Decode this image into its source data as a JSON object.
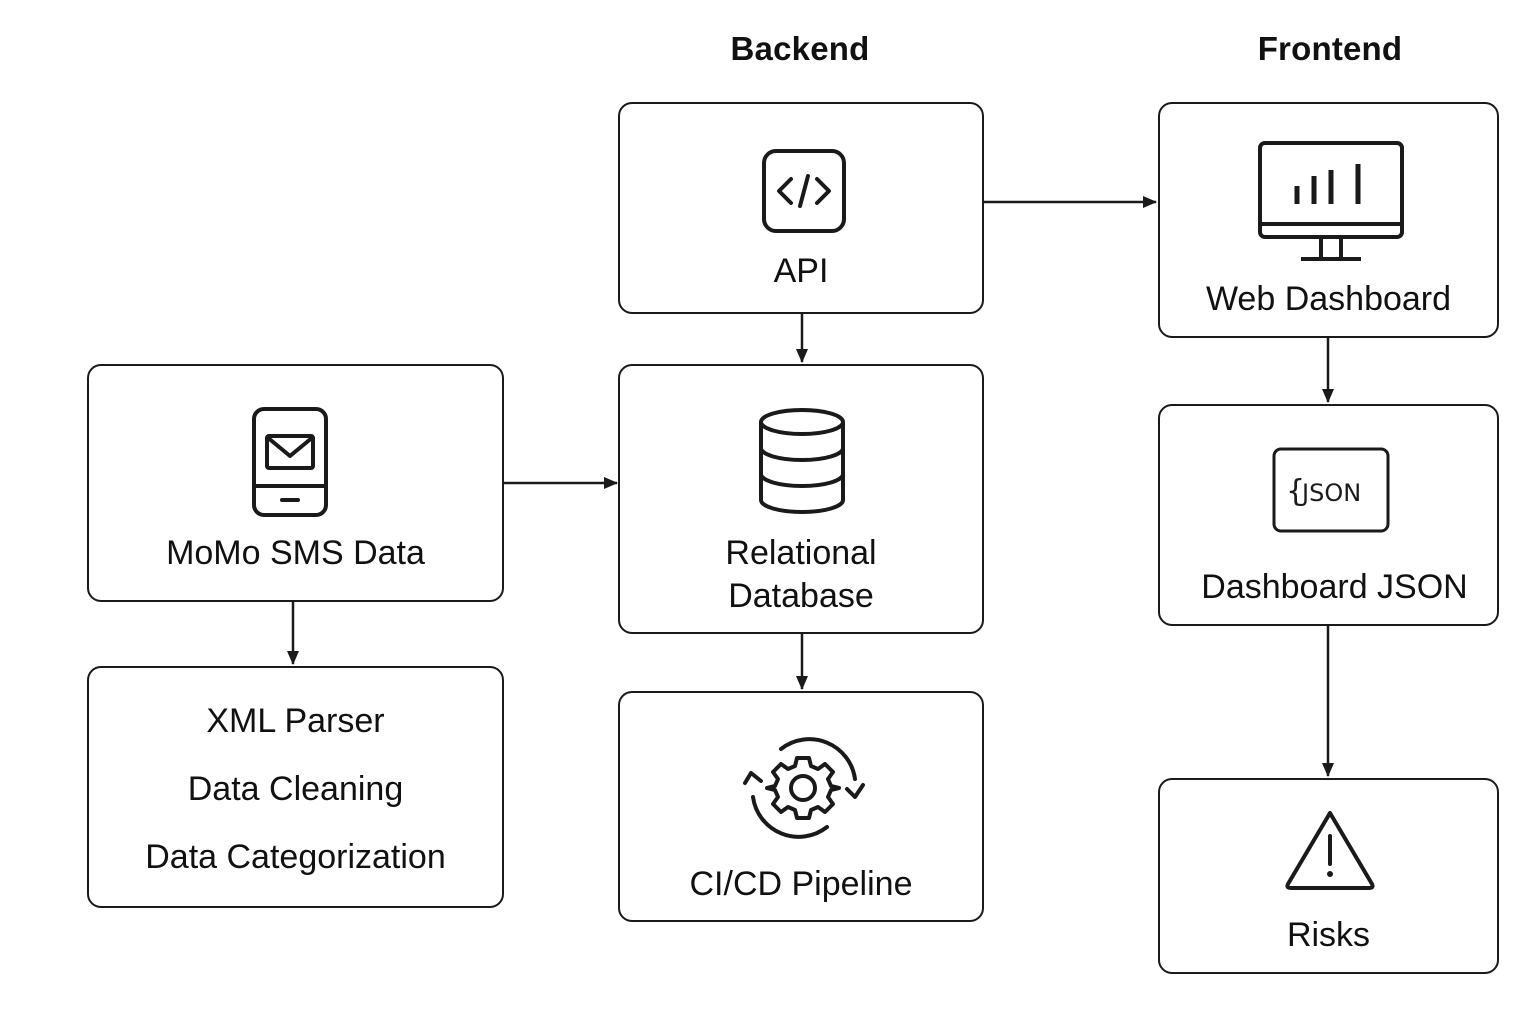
{
  "headings": {
    "backend": "Backend",
    "frontend": "Frontend"
  },
  "nodes": {
    "api": {
      "label": "API",
      "icon": "code-icon"
    },
    "relational_db": {
      "label_line1": "Relational",
      "label_line2": "Database",
      "icon": "database-icon"
    },
    "cicd": {
      "label": "CI/CD Pipeline",
      "icon": "gear-cycle-icon"
    },
    "momo_sms": {
      "label": "MoMo SMS Data",
      "icon": "phone-mail-icon"
    },
    "processing": {
      "lines": [
        "XML Parser",
        "Data Cleaning",
        "Data Categorization"
      ]
    },
    "web_dashboard": {
      "label": "Web Dashboard",
      "icon": "monitor-chart-icon"
    },
    "dashboard_json": {
      "label": "Dashboard JSON",
      "icon": "json-icon",
      "icon_text": "JSON"
    },
    "risks": {
      "label": "Risks",
      "icon": "warning-icon"
    }
  },
  "edges": [
    {
      "from": "api",
      "to": "relational_db"
    },
    {
      "from": "api",
      "to": "web_dashboard"
    },
    {
      "from": "momo_sms",
      "to": "relational_db"
    },
    {
      "from": "momo_sms",
      "to": "processing"
    },
    {
      "from": "relational_db",
      "to": "cicd"
    },
    {
      "from": "web_dashboard",
      "to": "dashboard_json"
    },
    {
      "from": "dashboard_json",
      "to": "risks"
    }
  ],
  "colors": {
    "stroke": "#1a1a1a",
    "background": "#ffffff"
  }
}
